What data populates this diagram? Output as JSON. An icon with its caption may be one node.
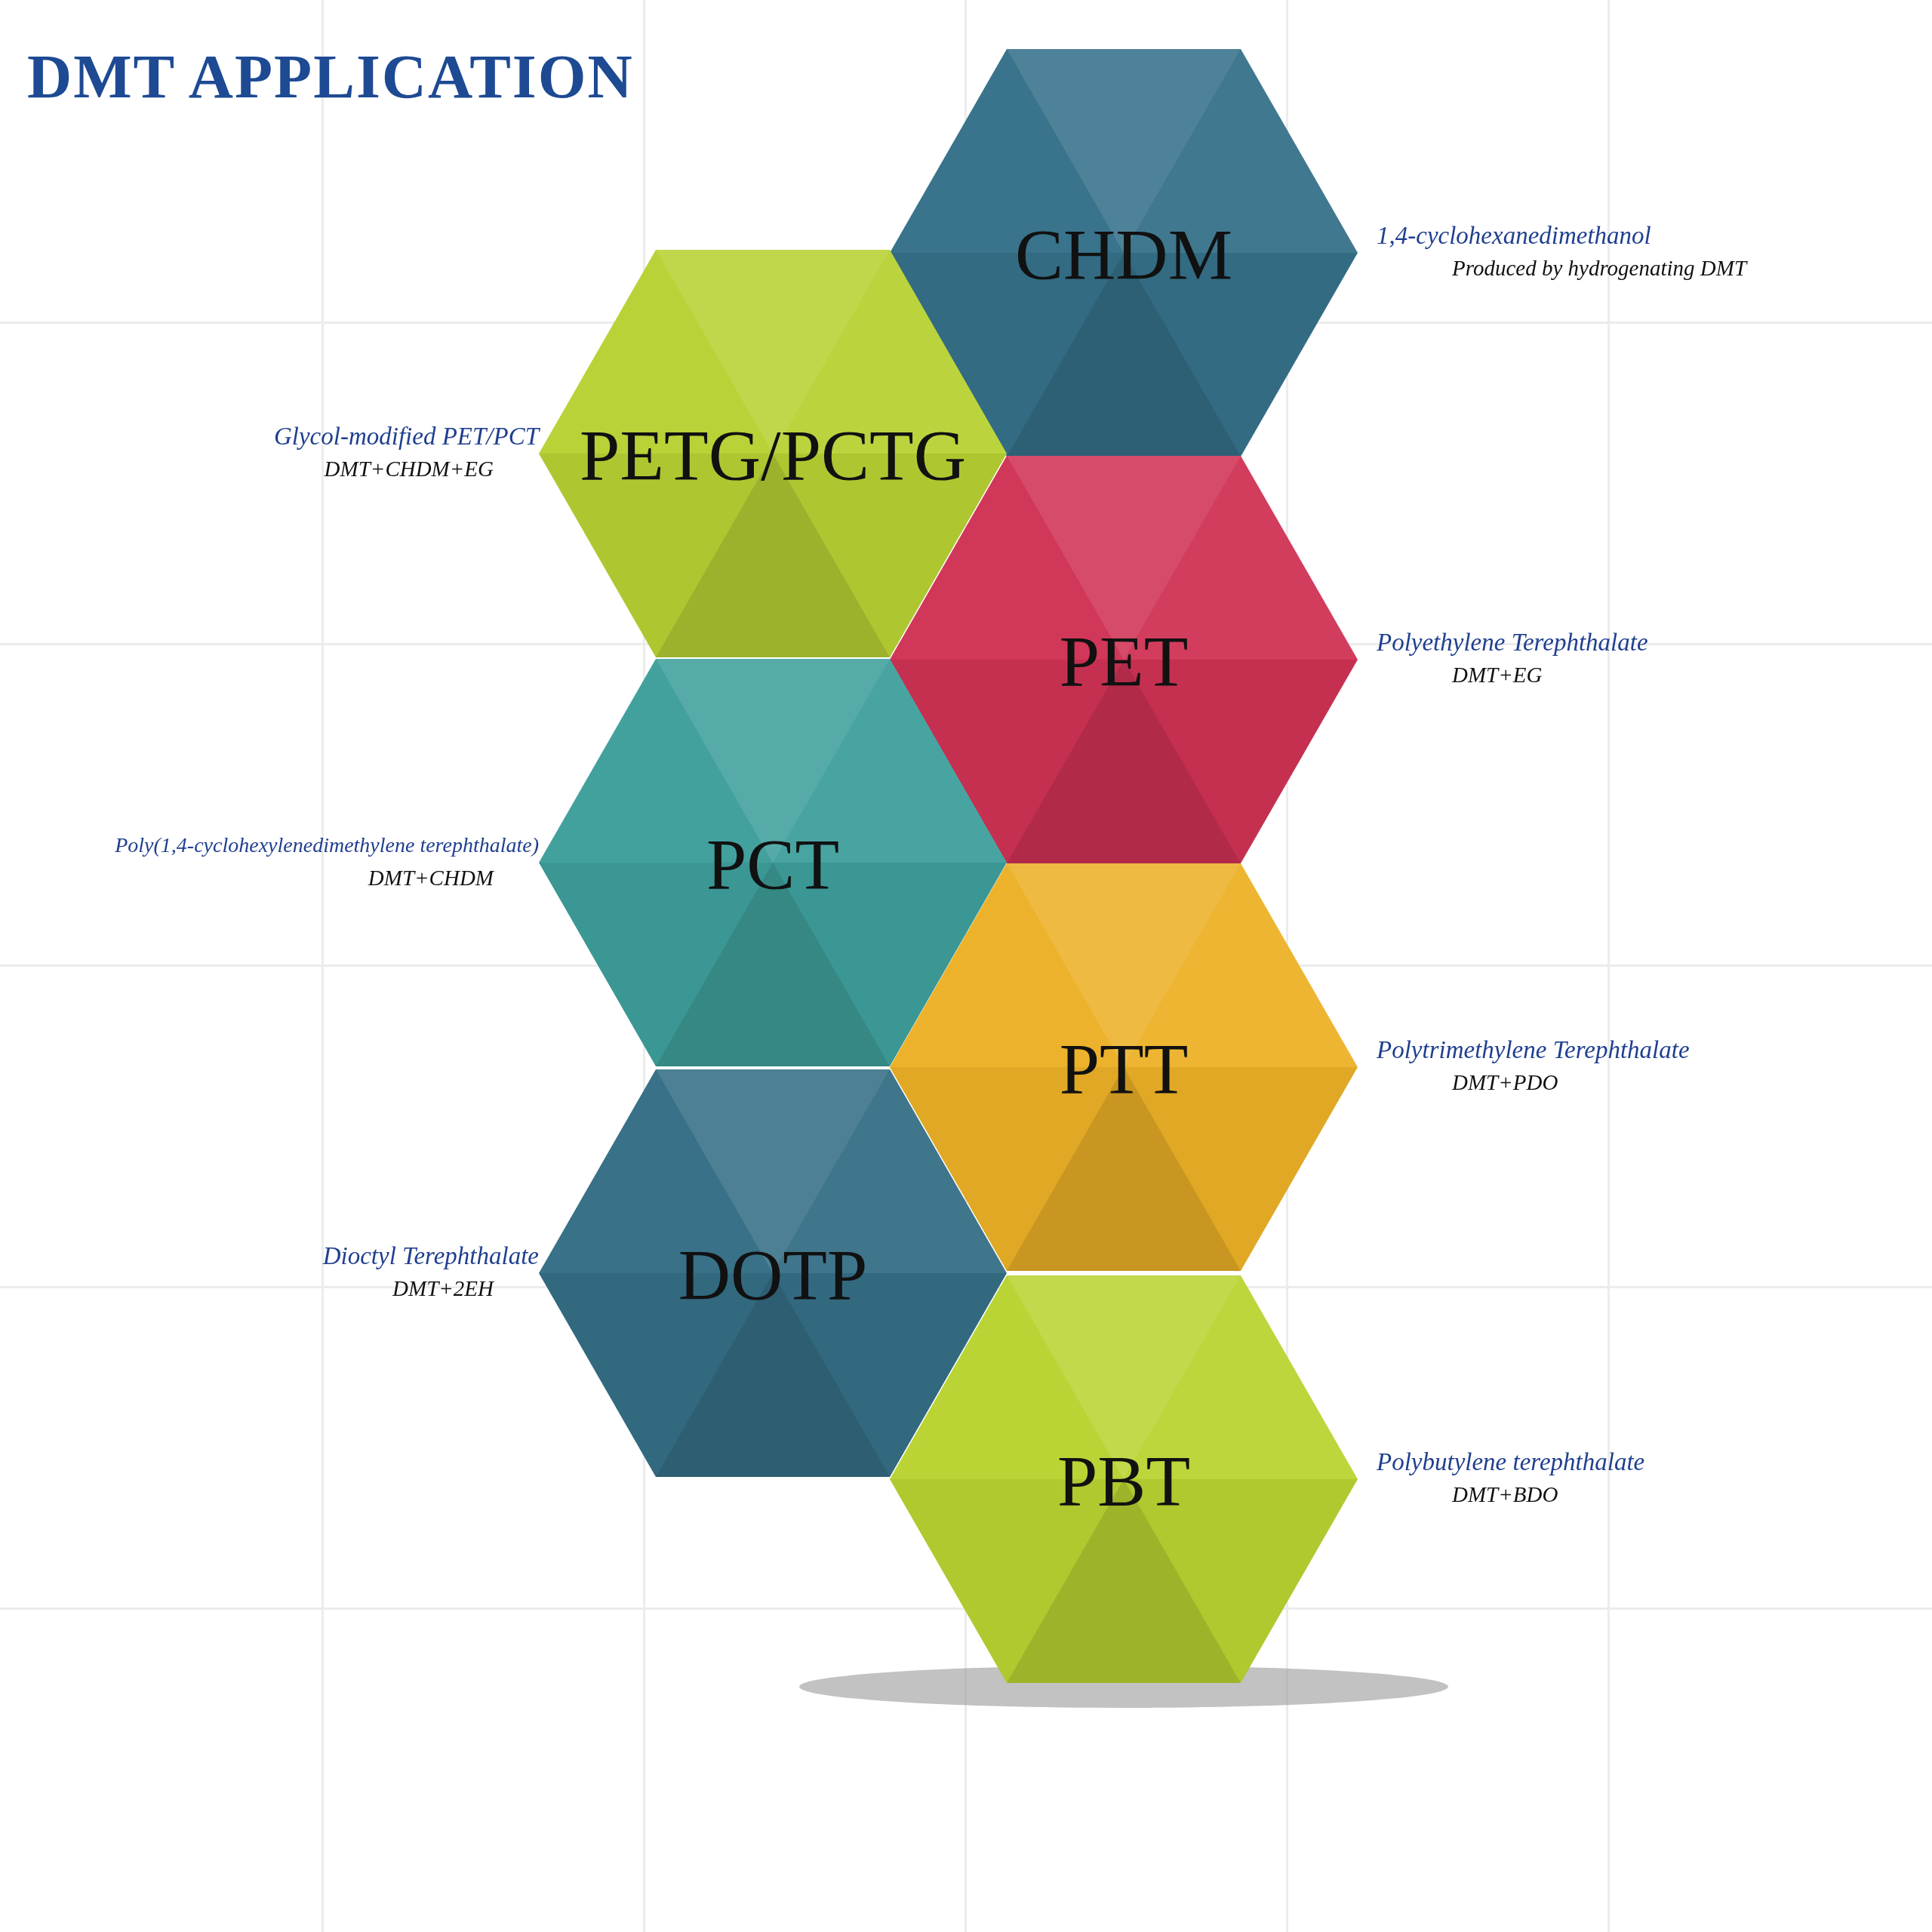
{
  "diagram": {
    "title": "DMT APPLICATION",
    "nodes": [
      {
        "text": [
          "CHDM"
        ],
        "beside": [
          "1,4-cyclohexanedimethanol",
          "Produced by hydrogenating DMT"
        ]
      },
      {
        "text": [
          "PETG/PCTG"
        ],
        "beside": [
          "Glycol-modified PET/PCT",
          "DMT+CHDM+EG"
        ]
      },
      {
        "text": [
          "PET"
        ],
        "beside": [
          "Polyethylene Terephthalate",
          "DMT+EG"
        ]
      },
      {
        "text": [
          "PCT"
        ],
        "beside": [
          "Poly(1,4-cyclohexylenedimethylene terephthalate)",
          "DMT+CHDM"
        ]
      },
      {
        "text": [
          "PTT"
        ],
        "beside": [
          "Polytrimethylene Terephthalate",
          "DMT+PDO"
        ]
      },
      {
        "text": [
          "DOTP"
        ],
        "beside": [
          "Dioctyl Terephthalate",
          "DMT+2EH"
        ]
      },
      {
        "text": [
          "PBT"
        ],
        "beside": [
          "Polybutylene terephthalate",
          "DMT+BDO"
        ]
      }
    ],
    "edges": []
  }
}
